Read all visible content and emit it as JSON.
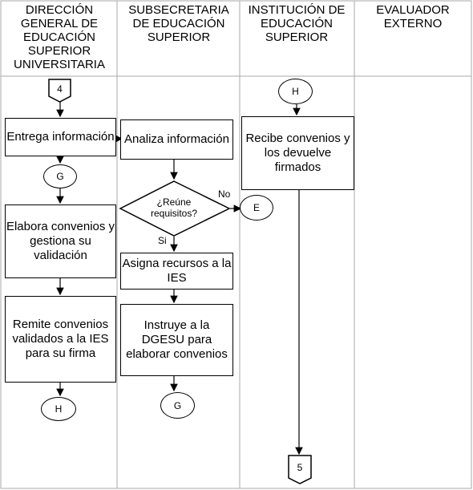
{
  "lanes": [
    {
      "title": "DIRECCIÓN GENERAL DE EDUCACIÓN SUPERIOR UNIVERSITARIA"
    },
    {
      "title": "SUBSECRETARIA DE EDUCACIÓN SUPERIOR"
    },
    {
      "title": "INSTITUCIÓN DE EDUCACIÓN SUPERIOR"
    },
    {
      "title": "EVALUADOR EXTERNO"
    }
  ],
  "connectors": {
    "offpage_in": "4",
    "offpage_out": "5",
    "g_lane1": "G",
    "h_lane1": "H",
    "e_lane2": "E",
    "g_lane2": "G",
    "h_lane3": "H"
  },
  "steps": {
    "entrega": "Entrega información",
    "elabora": "Elabora convenios y gestiona su validación",
    "remite": "Remite convenios validados a la IES para su firma",
    "analiza": "Analiza información",
    "decision": "¿Reúne requisitos?",
    "no_label": "No",
    "si_label": "Si",
    "asigna": "Asigna recursos a la IES",
    "instruye": "Instruye a la DGESU para elaborar convenios",
    "recibe": "Recibe convenios y los devuelve firmados"
  },
  "colors": {
    "line": "#000000",
    "grid": "#aaaaaa",
    "background": "#ffffff"
  }
}
